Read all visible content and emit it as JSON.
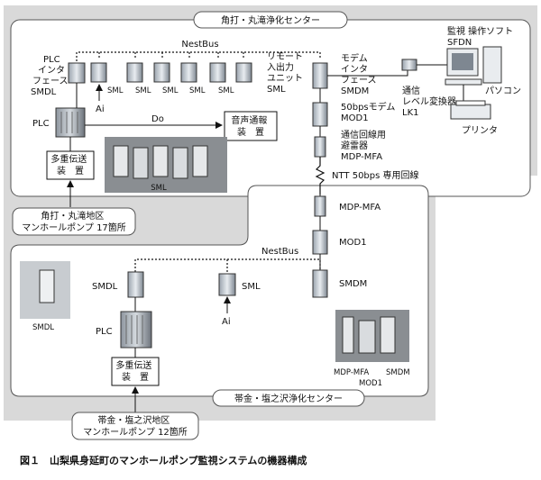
{
  "caption": "図１　山梨県身延町のマンホールポンプ監視システムの機器構成",
  "upper_center": {
    "title": "角打・丸滝浄化センター",
    "nestbus": "NestBus",
    "plc_smdl": [
      "PLC",
      "インタ",
      "フェース",
      "SMDL"
    ],
    "sml_labels": [
      "SML",
      "SML",
      "SML",
      "SML",
      "SML"
    ],
    "remote_io": [
      "リモート",
      "入出力",
      "ユニット",
      "SML"
    ],
    "modem_if": [
      "モデム",
      "インタ",
      "フェース",
      "SMDM"
    ],
    "modem50": [
      "50bpsモデム",
      "MOD1"
    ],
    "arrester": [
      "通信回線用",
      "避雷器",
      "MDP-MFA"
    ],
    "ai": "Ai",
    "do": "Do",
    "plc": "PLC",
    "audio": [
      "音声通報",
      "装　置"
    ],
    "multiplex": [
      "多重伝送",
      "装　置"
    ],
    "photo_label": "SML",
    "monitor_sw": [
      "監視 操作ソフト",
      "SFDN"
    ],
    "level_conv": [
      "通信",
      "レベル変換器",
      "LK1"
    ],
    "pc": "パソコン",
    "printer": "プリンタ",
    "source": [
      "角打・丸滝地区",
      "マンホールポンプ 17箇所"
    ]
  },
  "line_label": "NTT 50bps 専用回線",
  "lower_center": {
    "title": "帯金・塩之沢浄化センター",
    "nestbus": "NestBus",
    "mdp": "MDP-MFA",
    "mod1": "MOD1",
    "smdm": "SMDM",
    "smdl": "SMDL",
    "sml": "SML",
    "ai": "Ai",
    "plc": "PLC",
    "multiplex": [
      "多重伝送",
      "装　置"
    ],
    "photo_left_label": "SMDL",
    "photo_right_labels": [
      "MDP-MFA",
      "SMDM",
      "MOD1"
    ],
    "source": [
      "帯金・塩之沢地区",
      "マンホールポンプ 12箇所"
    ]
  }
}
